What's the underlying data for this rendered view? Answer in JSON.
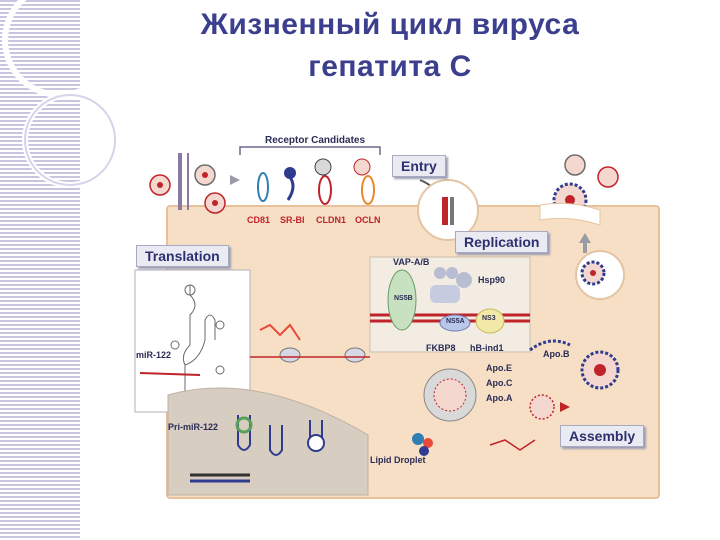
{
  "slide": {
    "title_line1": "Жизненный цикл вируса",
    "title_line2": "гепатита С"
  },
  "diagram": {
    "receptor_header": "Receptor Candidates",
    "receptors": [
      "CD81",
      "SR-BI",
      "CLDN1",
      "OCLN"
    ],
    "stages": {
      "entry": "Entry",
      "replication": "Replication",
      "translation": "Translation",
      "assembly": "Assembly"
    },
    "labels": {
      "vap": "VAP-A/B",
      "hsp90": "Hsp90",
      "ns5b": "NS5B",
      "ns5a": "NS5A",
      "ns3": "NS3",
      "fkbp8": "FKBP8",
      "hb_ind1": "hB-ind1",
      "mir122": "miR-122",
      "pri_mir122": "Pri-miR-122",
      "apob": "Apo.B",
      "apoe": "Apo.E",
      "apoc": "Apo.C",
      "apoa": "Apo.A",
      "lipid_droplet": "Lipid Droplet"
    },
    "colors": {
      "cell": "#f6dfc5",
      "label_text": "#2d3070",
      "virion_core": "#c0232a",
      "envelope": "#2f3b8f",
      "accent_orange": "#e8892a"
    }
  }
}
